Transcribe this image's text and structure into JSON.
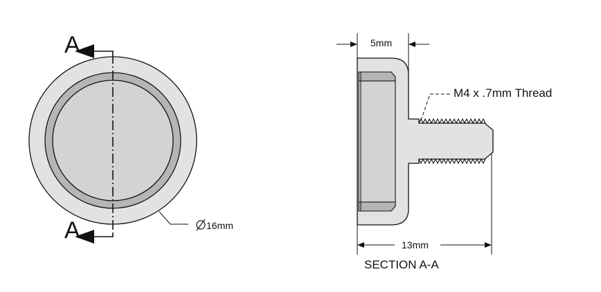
{
  "front_view": {
    "section_letter_top": "A",
    "section_letter_bottom": "A",
    "diameter_label": "16mm"
  },
  "section_view": {
    "cup_width_label": "5mm",
    "thread_label": "M4 x .7mm Thread",
    "overall_length_label": "13mm",
    "title": "SECTION A-A"
  },
  "colors": {
    "housing": "#e2e2e2",
    "ring": "#b5b5b5",
    "magnet_face": "#d3d3d3",
    "line": "#111111"
  }
}
